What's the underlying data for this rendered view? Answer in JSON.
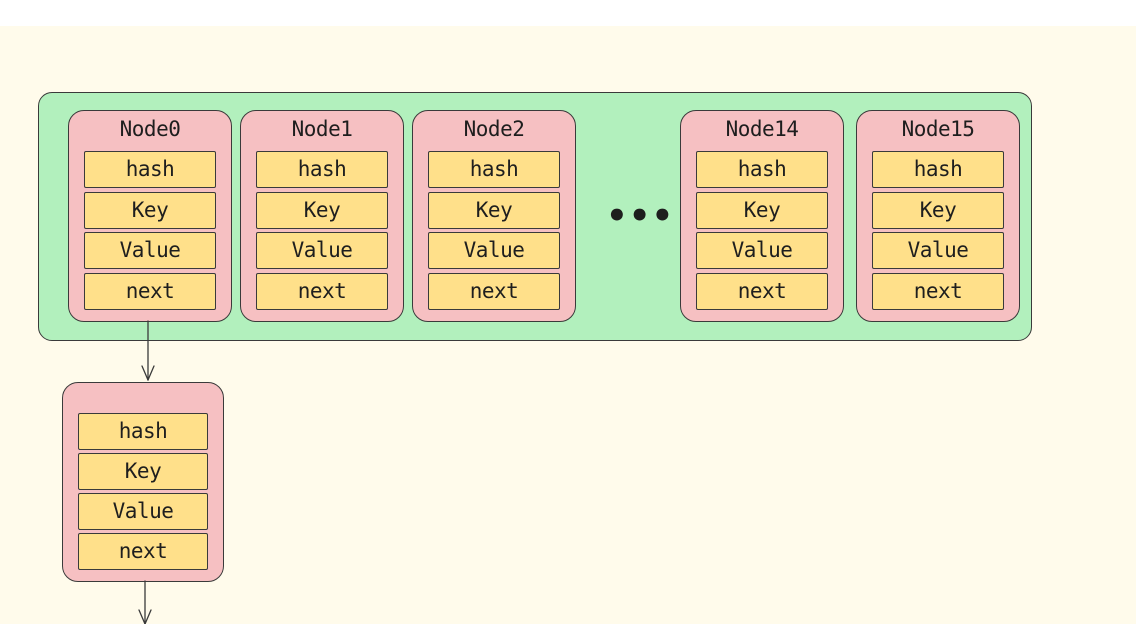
{
  "field_labels": {
    "hash": "hash",
    "key": "Key",
    "value": "Value",
    "next": "next"
  },
  "nodes": [
    {
      "title": "Node0"
    },
    {
      "title": "Node1"
    },
    {
      "title": "Node2"
    },
    {
      "title": "Node14"
    },
    {
      "title": "Node15"
    }
  ],
  "ellipsis": "•••",
  "colors": {
    "canvas": "#fffbeb",
    "bucket_band": "#b2f0bd",
    "node": "#f6c0c2",
    "field": "#ffe08a",
    "stroke": "#3a3a3a"
  }
}
